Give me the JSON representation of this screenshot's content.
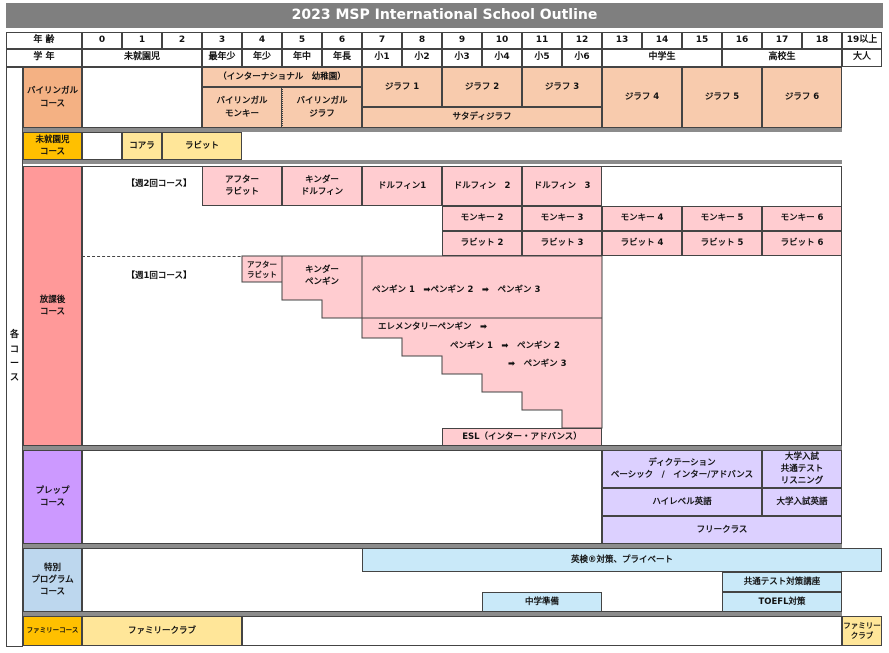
{
  "title": "2023 MSP International School Outline",
  "header": {
    "age_label": "年 齢",
    "grade_label": "学 年",
    "ages": [
      "0",
      "1",
      "2",
      "3",
      "4",
      "5",
      "6",
      "7",
      "8",
      "9",
      "10",
      "11",
      "12",
      "13",
      "14",
      "15",
      "16",
      "17",
      "18"
    ],
    "age_last": "19以上",
    "grades": {
      "preschool": "未就園児",
      "g_nensho_pre": "最年少",
      "g_nensho": "年少",
      "g_nenchu": "年中",
      "g_nencho": "年長",
      "s1": "小1",
      "s2": "小2",
      "s3": "小3",
      "s4": "小4",
      "s5": "小5",
      "s6": "小6",
      "middle": "中学生",
      "high": "高校生",
      "adult": "大人"
    }
  },
  "side_label": "各\nコ\nー\nス",
  "bilingual": {
    "label": "バイリンガル\nコース",
    "kindergarten": "（インターナショナル　幼稚園）",
    "monkey": "バイリンガル\nモンキー",
    "giraffe": "バイリンガル\nジラフ",
    "g1": "ジラフ 1",
    "g2": "ジラフ 2",
    "g3": "ジラフ 3",
    "g4": "ジラフ 4",
    "g5": "ジラフ 5",
    "g6": "ジラフ 6",
    "saturday": "サタディジラフ"
  },
  "preschool": {
    "label": "未就園児\nコース",
    "koala": "コアラ",
    "rabbit": "ラビット"
  },
  "afterschool": {
    "label": "放課後\nコース",
    "twice": "【週2回コース】",
    "once": "【週1回コース】",
    "after_rabbit": "アフター\nラビット",
    "kinder_dolphin": "キンダー\nドルフィン",
    "dolphin1": "ドルフィン1",
    "dolphin2": "ドルフィン　2",
    "dolphin3": "ドルフィン　3",
    "monkey2": "モンキー 2",
    "monkey3": "モンキー 3",
    "monkey4": "モンキー 4",
    "monkey5": "モンキー 5",
    "monkey6": "モンキー 6",
    "rabbit2": "ラビット 2",
    "rabbit3": "ラビット 3",
    "rabbit4": "ラビット 4",
    "rabbit5": "ラビット 5",
    "rabbit6": "ラビット 6",
    "after_rabbit_small": "アフター\nラビット",
    "kinder_penguin": "キンダー\nペンギン",
    "penguin_row": "ペンギン 1　➡ペンギン 2　➡　ペンギン 3",
    "elementary_penguin": "エレメンタリーペンギン　➡",
    "penguin_row2": "ペンギン 1　➡　ペンギン 2",
    "penguin3": "➡　ペンギン 3",
    "esl": "ESL（インター・アドバンス）"
  },
  "prep": {
    "label": "プレップ\nコース",
    "dictation": "ディクテーション\nベーシック　/　インター/アドバンス",
    "exam_listening": "大学入試\n共通テスト\nリスニング",
    "high_level": "ハイレベル英語",
    "exam_english": "大学入試英語",
    "free_class": "フリークラス"
  },
  "special": {
    "label": "特別\nプログラム\nコース",
    "eiken": "英検®対策、プライベート",
    "common_test": "共通テスト対策講座",
    "middle_prep": "中学準備",
    "toefl": "TOEFL対策"
  },
  "family": {
    "label": "ファミリーコース",
    "club": "ファミリークラブ",
    "club_adult": "ファミリー\nクラブ"
  }
}
